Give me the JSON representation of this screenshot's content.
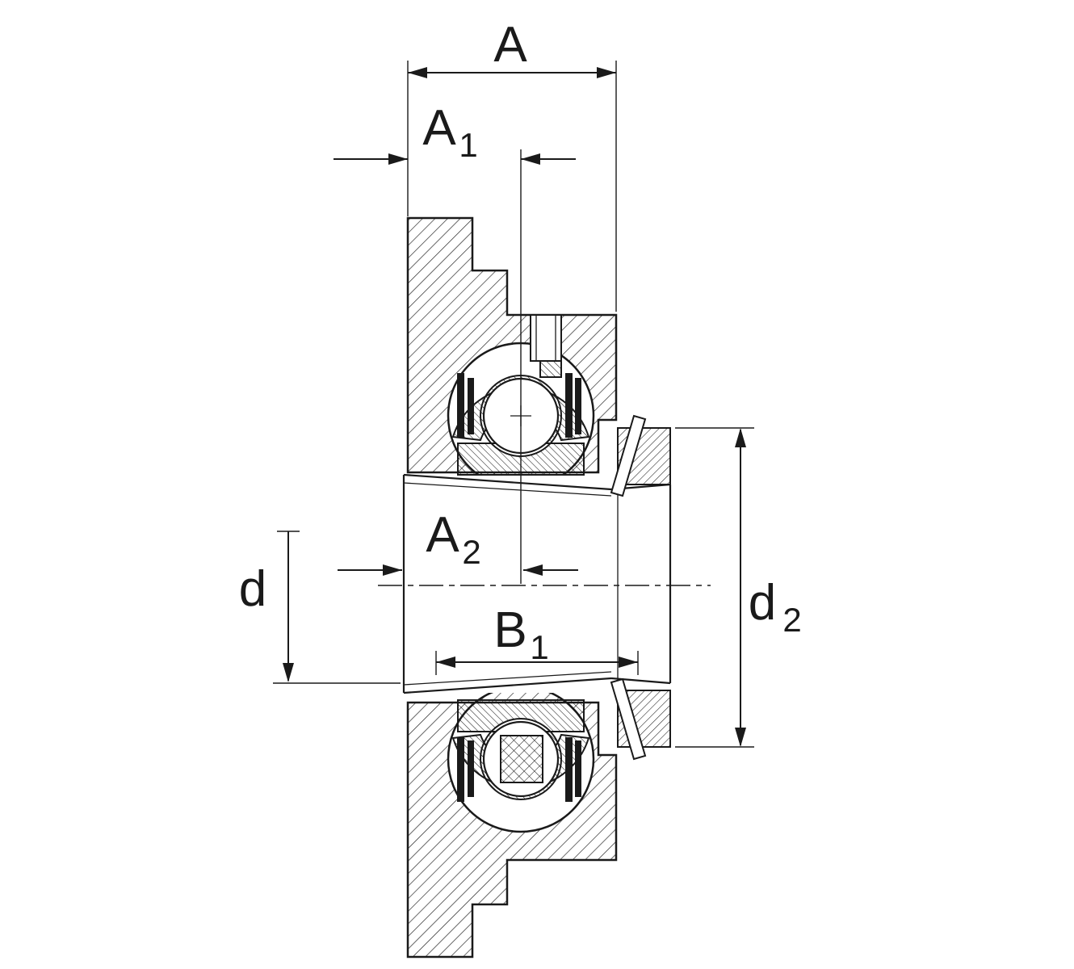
{
  "dimension_labels": {
    "A": {
      "main": "A"
    },
    "A1": {
      "main": "A",
      "sub": "1"
    },
    "A2": {
      "main": "A",
      "sub": "2"
    },
    "B1": {
      "main": "B",
      "sub": "1"
    },
    "d": {
      "main": "d"
    },
    "d2": {
      "main": "d",
      "sub": "2"
    }
  },
  "colors": {
    "line": "#1a1a1a",
    "background": "#ffffff"
  }
}
